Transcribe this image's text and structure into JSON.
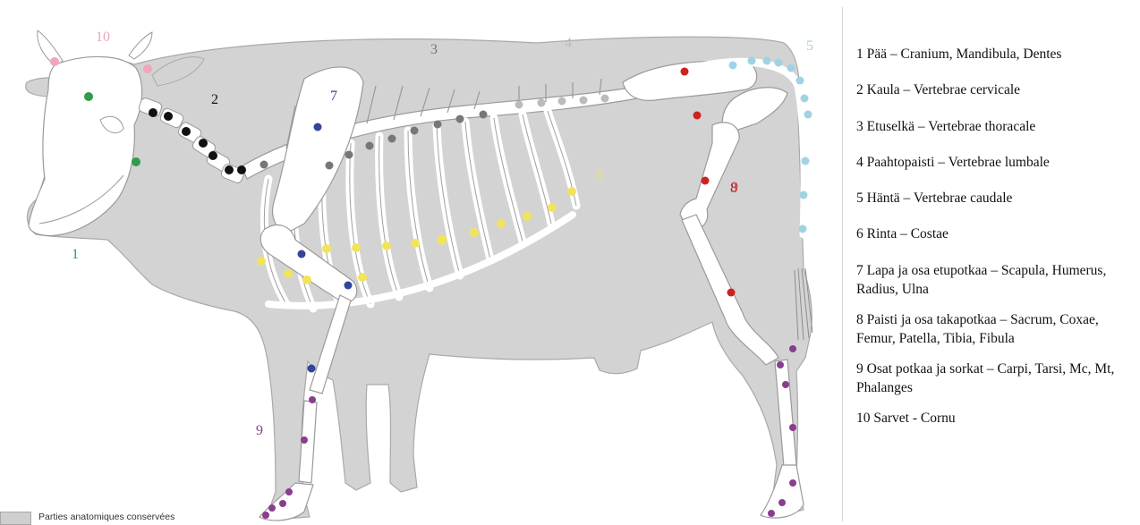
{
  "legend": [
    {
      "text": "1 Pää – Cranium, Mandibula, Dentes"
    },
    {
      "text": "2 Kaula – Vertebrae cervicale"
    },
    {
      "text": "3 Etuselkä – Vertebrae thoracale"
    },
    {
      "text": "4 Paahtopaisti – Vertebrae lumbale"
    },
    {
      "text": "5 Häntä – Vertebrae caudale"
    },
    {
      "text": "6 Rinta – Costae"
    },
    {
      "text": "7 Lapa ja osa etupotkaa – Scapula, Humerus, Radius, Ulna"
    },
    {
      "text": "8 Paisti ja osa takapotkaa – Sacrum, Coxae, Femur, Patella, Tibia, Fibula"
    },
    {
      "text": "9 Osat potkaa ja sorkat – Carpi, Tarsi, Mc, Mt, Phalanges"
    },
    {
      "text": "10 Sarvet - Cornu"
    }
  ],
  "key": {
    "label": "Parties anatomiques conservées"
  },
  "region_numbers": [
    {
      "id": "n1",
      "text": "1",
      "color": "#2e9e48"
    },
    {
      "id": "n2",
      "text": "2",
      "color": "#111111"
    },
    {
      "id": "n3",
      "text": "3",
      "color": "#777777"
    },
    {
      "id": "n4",
      "text": "4",
      "color": "#bbbbbb"
    },
    {
      "id": "n5",
      "text": "5",
      "color": "#9fd3e3"
    },
    {
      "id": "n6",
      "text": "6",
      "color": "#f2e45a"
    },
    {
      "id": "n7",
      "text": "7",
      "color": "#33449a"
    },
    {
      "id": "n8",
      "text": "8",
      "color": "#cc2222"
    },
    {
      "id": "n9a",
      "text": "9",
      "color": "#d24a6a"
    },
    {
      "id": "n9b",
      "text": "9",
      "color": "#8a3d8f"
    },
    {
      "id": "n10",
      "text": "10",
      "color": "#f0a6b8"
    }
  ],
  "colors": {
    "silhouette": "#d3d3d3",
    "silhouette_edge": "#a9a9a9",
    "bone": "#ffffff",
    "bone_edge": "#9a9a9a",
    "head": "#2e9e48",
    "neck": "#111111",
    "thoracic": "#777777",
    "lumbar": "#bbbbbb",
    "caudal": "#9fd3e3",
    "ribs": "#f2e45a",
    "foreleg": "#33449a",
    "hindleg": "#cc2222",
    "feet": "#8a3d8f",
    "horns": "#f0a6b8"
  }
}
